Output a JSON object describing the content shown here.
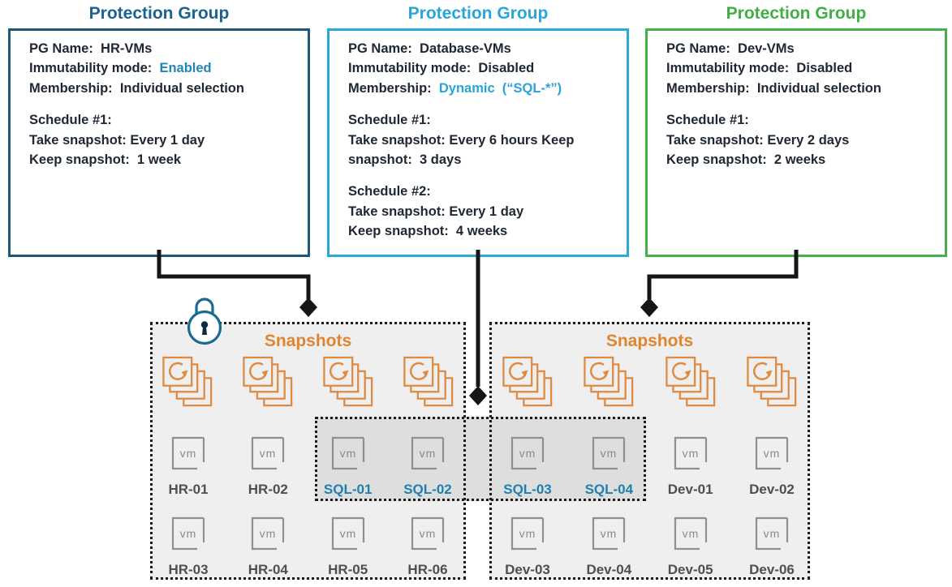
{
  "colors": {
    "pg1_border": "#1B567D",
    "pg1_title": "#1A6390",
    "pg2_border": "#2BA7DC",
    "pg2_title": "#29A5DA",
    "pg3_border": "#45B148",
    "pg3_title": "#42AF46",
    "immutability_enabled_text": "#2286B4",
    "dynamic_membership_text": "#2BA3D8",
    "snapshots_label": "#DF8530",
    "snapshot_icon": "#DD8A42",
    "vm_icon_gray": "#8F8F8F",
    "vm_label_gray": "#4F4F4F",
    "sql_vm_label_blue": "#1F7FAD",
    "connector_black": "#161616",
    "lock_blue": "#1B6A94"
  },
  "protection_groups": [
    {
      "title": "Protection Group",
      "accent": "#1B567D",
      "title_color": "#1A6390",
      "lines": [
        [
          {
            "text": "PG Name:  HR-VMs"
          }
        ],
        [
          {
            "text": "Immutability mode:  "
          },
          {
            "text": "Enabled",
            "color": "#2286B4"
          }
        ],
        [
          {
            "text": "Membership:  Individual selection"
          }
        ],
        [],
        [
          {
            "text": "Schedule #1:"
          }
        ],
        [
          {
            "text": "Take snapshot: Every 1 day"
          }
        ],
        [
          {
            "text": "Keep snapshot:  1 week"
          }
        ]
      ]
    },
    {
      "title": "Protection Group",
      "accent": "#2BA7DC",
      "title_color": "#29A5DA",
      "lines": [
        [
          {
            "text": "PG Name:  Database-VMs"
          }
        ],
        [
          {
            "text": "Immutability mode:  Disabled"
          }
        ],
        [
          {
            "text": "Membership:  "
          },
          {
            "text": "Dynamic  (“SQL-*”)",
            "color": "#2BA3D8"
          }
        ],
        [],
        [
          {
            "text": "Schedule #1:"
          }
        ],
        [
          {
            "text": "Take snapshot: Every 6 hours Keep"
          }
        ],
        [
          {
            "text": "snapshot:  3 days"
          }
        ],
        [],
        [
          {
            "text": "Schedule #2:"
          }
        ],
        [
          {
            "text": "Take snapshot: Every 1 day"
          }
        ],
        [
          {
            "text": "Keep snapshot:  4 weeks"
          }
        ]
      ]
    },
    {
      "title": "Protection Group",
      "accent": "#45B148",
      "title_color": "#42AF46",
      "lines": [
        [
          {
            "text": "PG Name:  Dev-VMs"
          }
        ],
        [
          {
            "text": "Immutability mode:  Disabled"
          }
        ],
        [
          {
            "text": "Membership:  Individual selection"
          }
        ],
        [],
        [
          {
            "text": "Schedule #1:"
          }
        ],
        [
          {
            "text": "Take snapshot: Every 2 days"
          }
        ],
        [
          {
            "text": "Keep snapshot:  2 weeks"
          }
        ]
      ]
    }
  ],
  "snapshot_groups": [
    {
      "title": "Snapshots",
      "locked": true,
      "snapshot_stacks": 4,
      "vm_rows": [
        [
          {
            "label": "HR-01"
          },
          {
            "label": "HR-02"
          },
          {
            "label": "SQL-01",
            "selected": true
          },
          {
            "label": "SQL-02",
            "selected": true
          }
        ],
        [
          {
            "label": "HR-03"
          },
          {
            "label": "HR-04"
          },
          {
            "label": "HR-05"
          },
          {
            "label": "HR-06"
          }
        ]
      ]
    },
    {
      "title": "Snapshots",
      "locked": false,
      "snapshot_stacks": 4,
      "vm_rows": [
        [
          {
            "label": "SQL-03",
            "selected": true
          },
          {
            "label": "SQL-04",
            "selected": true
          },
          {
            "label": "Dev-01"
          },
          {
            "label": "Dev-02"
          }
        ],
        [
          {
            "label": "Dev-03"
          },
          {
            "label": "Dev-04"
          },
          {
            "label": "Dev-05"
          },
          {
            "label": "Dev-06"
          }
        ]
      ]
    }
  ]
}
